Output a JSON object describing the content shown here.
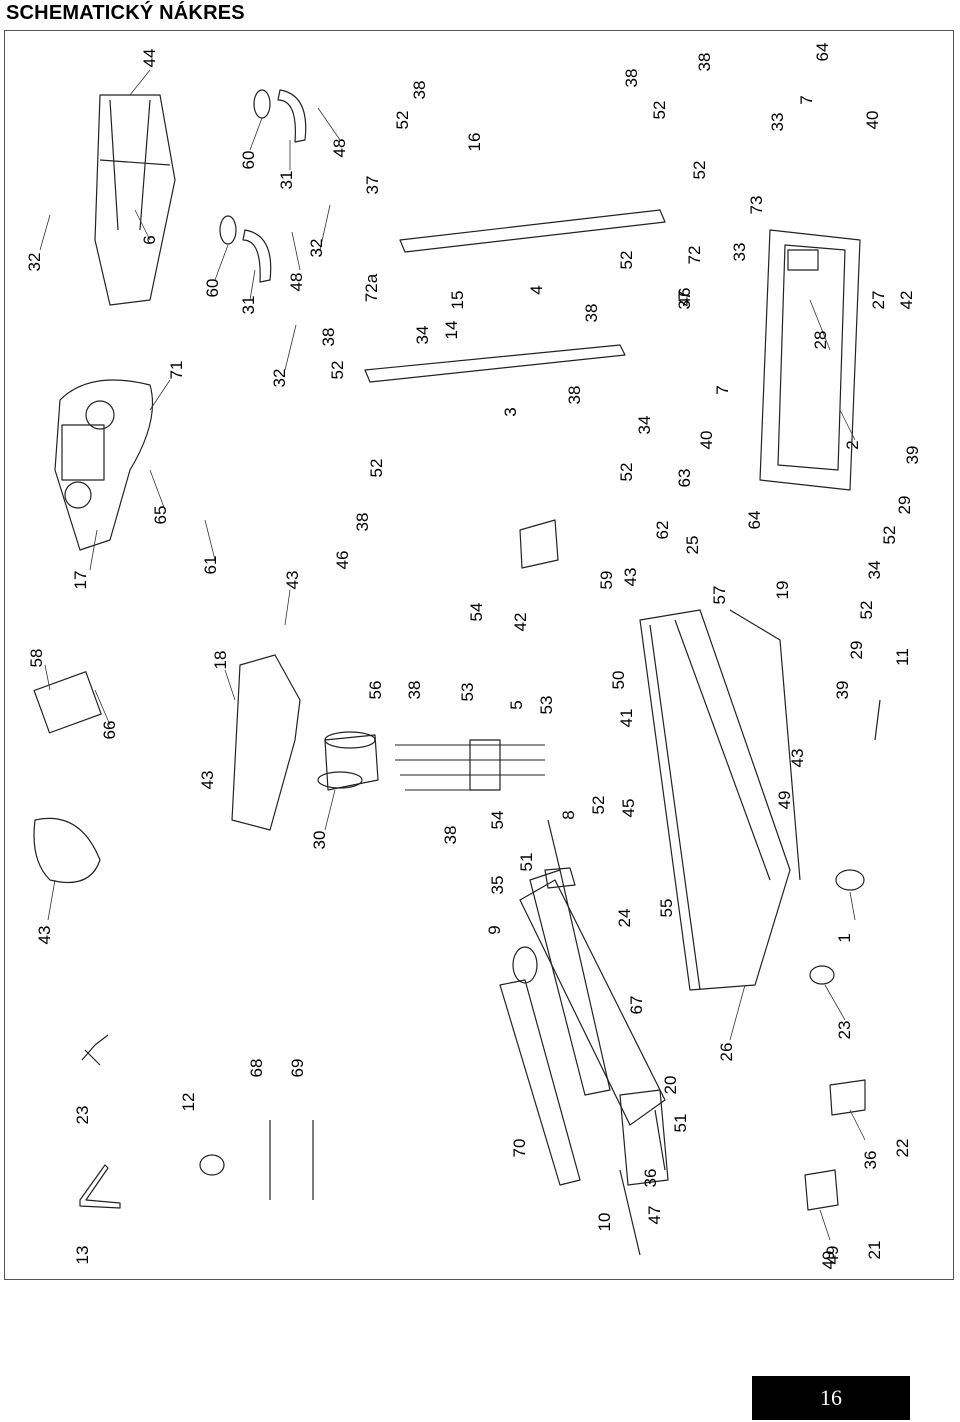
{
  "title": "SCHEMATICKÝ NÁKRES",
  "page_number": "16",
  "callouts": [
    "44",
    "32",
    "6",
    "60",
    "31",
    "48",
    "60",
    "31",
    "48",
    "32",
    "32",
    "38",
    "52",
    "37",
    "72a",
    "38",
    "52",
    "16",
    "4",
    "15",
    "14",
    "34",
    "38",
    "52",
    "46",
    "52",
    "38",
    "3",
    "38",
    "52",
    "34",
    "38",
    "52",
    "72",
    "37",
    "46",
    "38",
    "52",
    "64",
    "7",
    "40",
    "33",
    "73",
    "33",
    "28",
    "27",
    "42",
    "7",
    "40",
    "64",
    "63",
    "62",
    "25",
    "2",
    "39",
    "29",
    "52",
    "34",
    "52",
    "29",
    "39",
    "11",
    "71",
    "17",
    "65",
    "61",
    "18",
    "43",
    "43",
    "58",
    "66",
    "43",
    "30",
    "56",
    "38",
    "53",
    "5",
    "53",
    "38",
    "54",
    "54",
    "42",
    "59",
    "43",
    "50",
    "41",
    "52",
    "45",
    "57",
    "19",
    "43",
    "49",
    "8",
    "51",
    "35",
    "9",
    "24",
    "55",
    "67",
    "26",
    "1",
    "23",
    "23",
    "13",
    "12",
    "68",
    "69",
    "70",
    "20",
    "51",
    "36",
    "10",
    "47",
    "36",
    "22",
    "49",
    "21",
    "49"
  ]
}
